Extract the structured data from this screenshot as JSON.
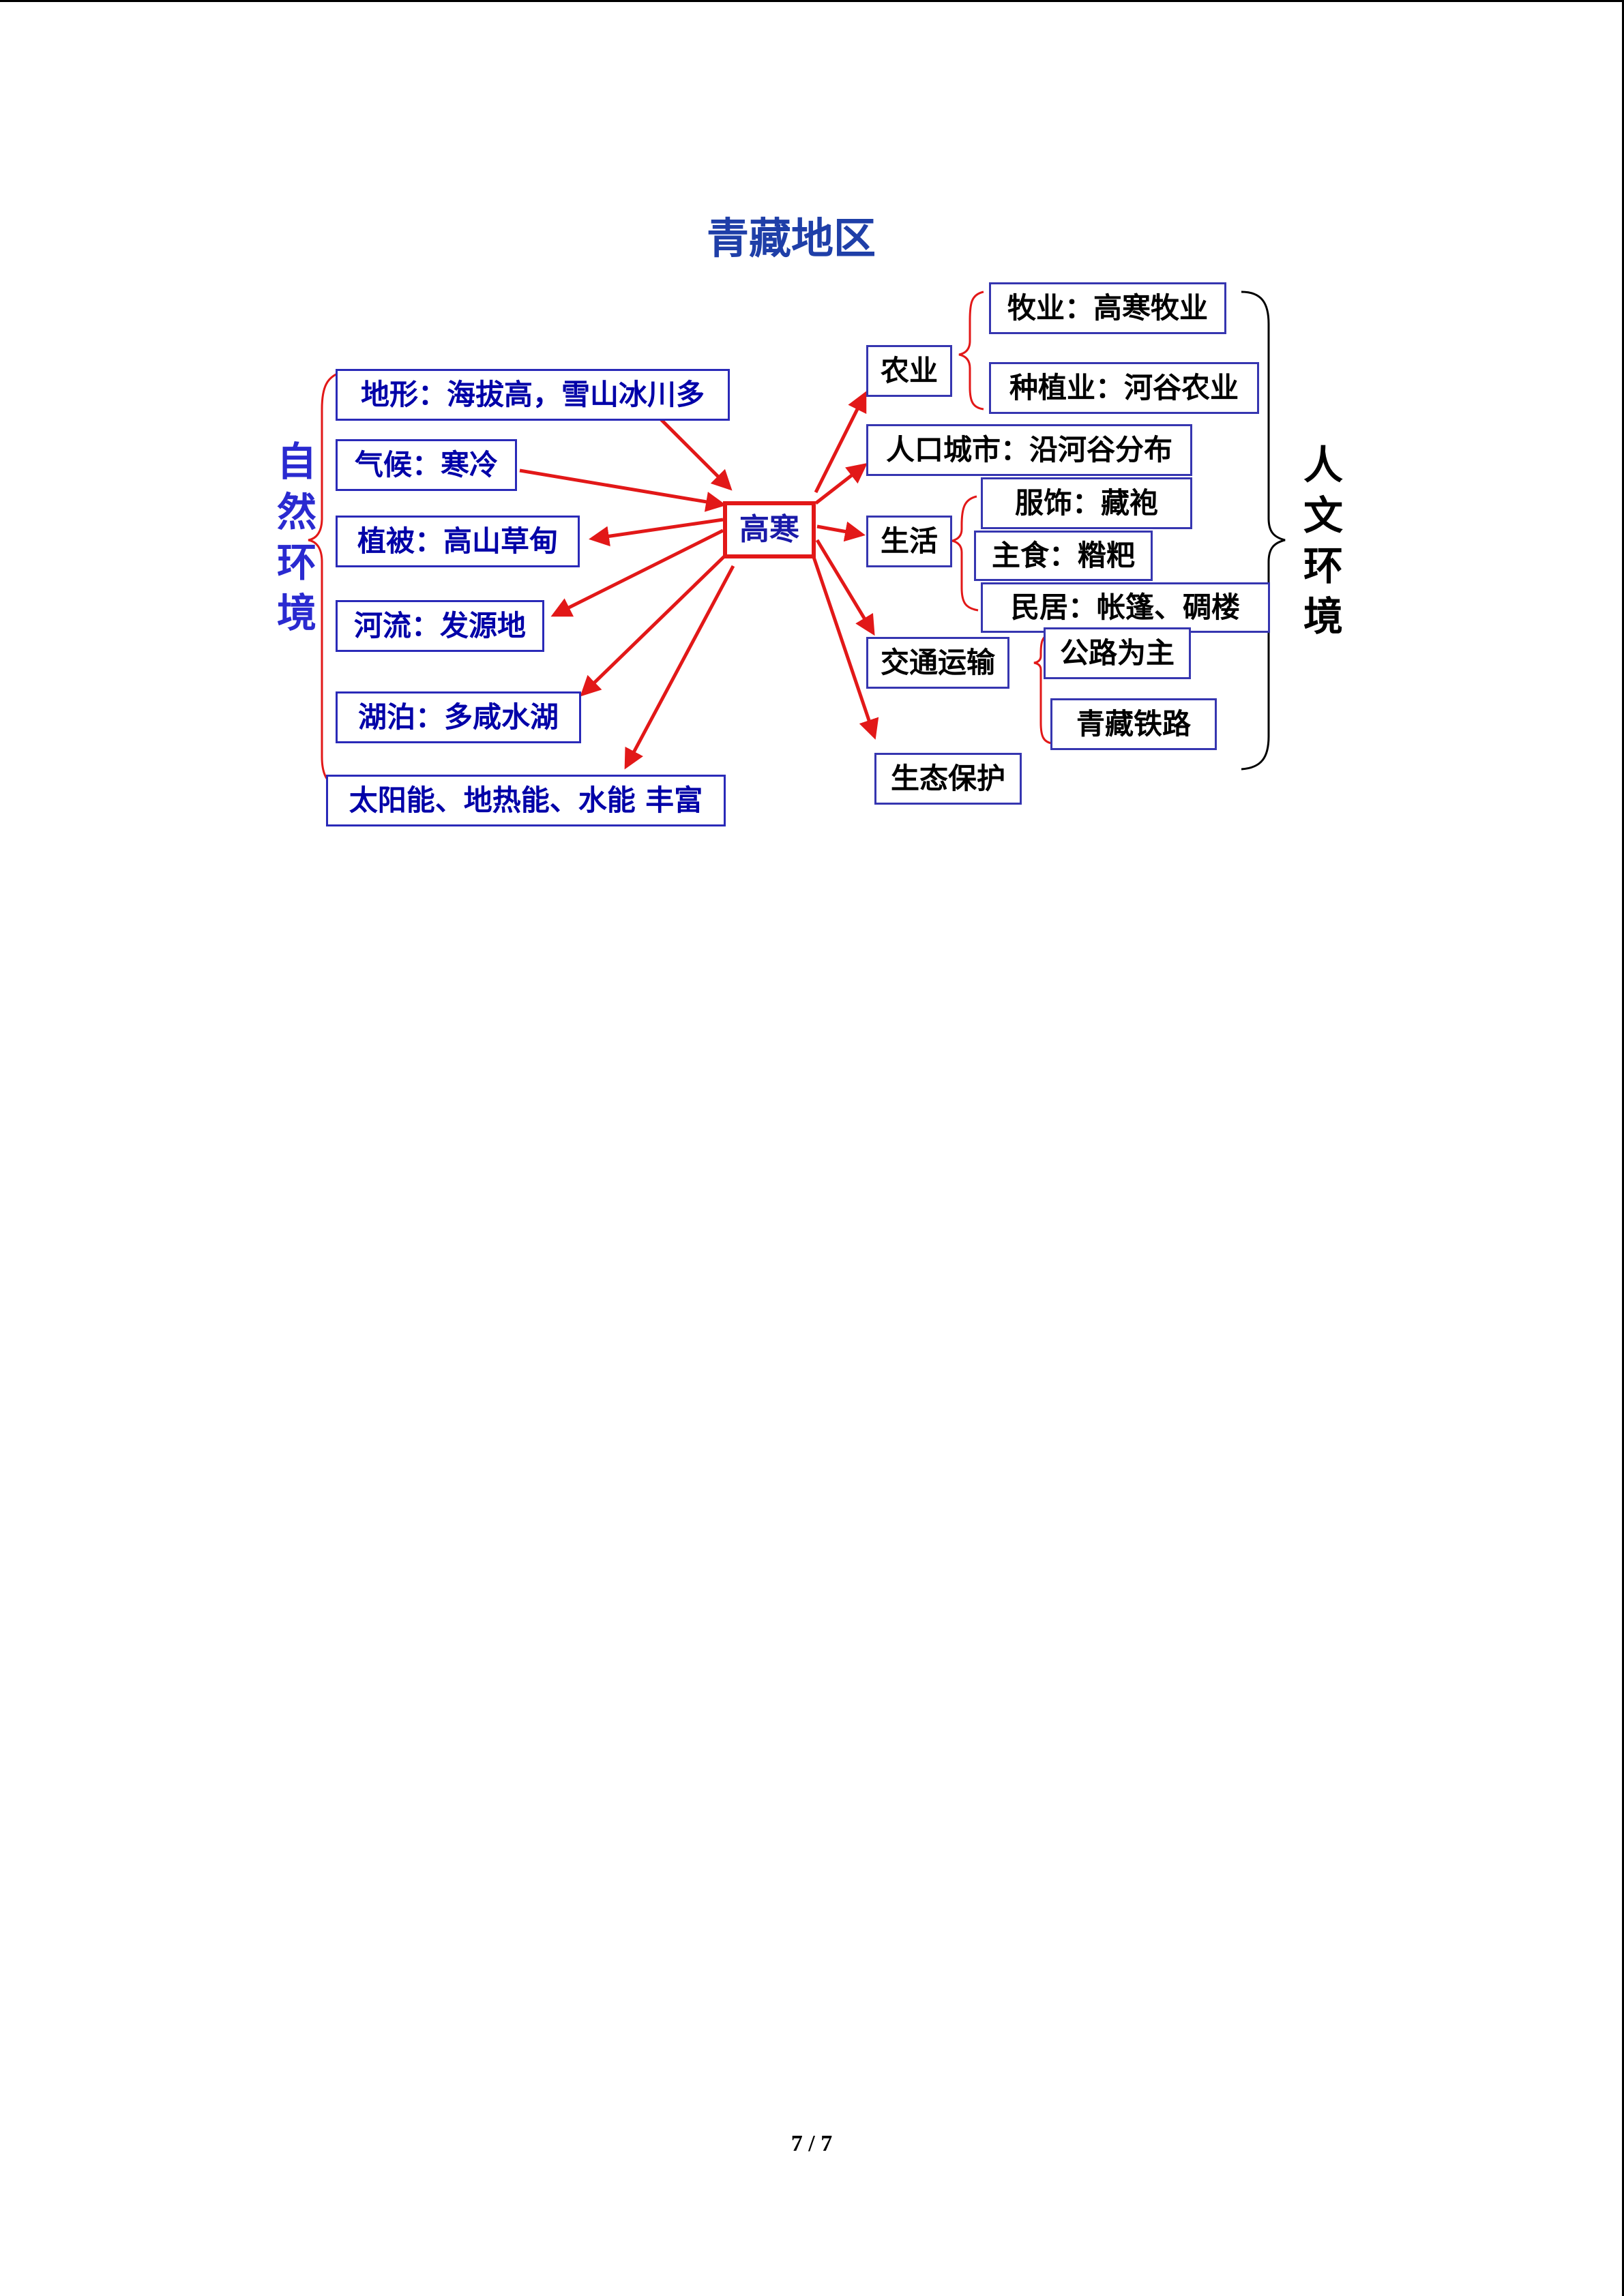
{
  "title": "青藏地区",
  "center": "高寒",
  "natural": {
    "label": "自然环境",
    "items": [
      "地形：海拔高，雪山冰川多",
      "气候：寒冷",
      "植被：高山草甸",
      "河流：发源地",
      "湖泊：多咸水湖",
      "太阳能、地热能、水能 丰富"
    ]
  },
  "human": {
    "label": "人文环境",
    "agriculture": {
      "label": "农业",
      "items": [
        "牧业：高寒牧业",
        "种植业：河谷农业"
      ]
    },
    "population": "人口城市：沿河谷分布",
    "life": {
      "label": "生活",
      "items": [
        "服饰：藏袍",
        "主食：糌粑",
        "民居：帐篷、碉楼"
      ]
    },
    "transport": {
      "label": "交通运输",
      "items": [
        "公路为主",
        "青藏铁路"
      ]
    },
    "ecology": "生态保护"
  },
  "page_number": "7 / 7",
  "colors": {
    "arrow": "#e21818",
    "brace_natural": "#e21818",
    "brace_human": "#000000",
    "box_border": "#2a2ab8",
    "natural_text": "#0000a8",
    "title": "#1f3fa8"
  }
}
